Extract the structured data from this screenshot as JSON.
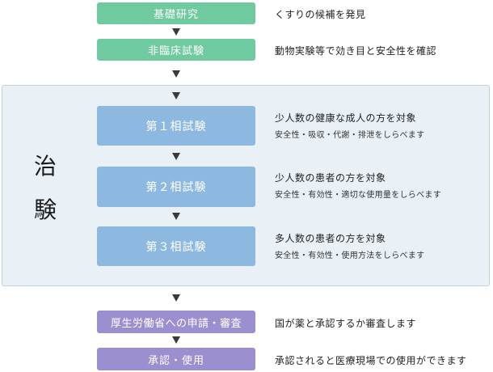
{
  "steps": {
    "basic_research": {
      "label": "基礎研究",
      "desc": "くすりの候補を発見"
    },
    "nonclinical": {
      "label": "非臨床試験",
      "desc": "動物実験等で効き目と安全性を確認"
    },
    "phase1": {
      "label": "第１相試験",
      "desc": "少人数の健康な成人の方を対象",
      "sub": "安全性・吸収・代謝・排泄をしらべます"
    },
    "phase2": {
      "label": "第２相試験",
      "desc": "少人数の患者の方を対象",
      "sub": "安全性・有効性・適切な使用量をしらべます"
    },
    "phase3": {
      "label": "第３相試験",
      "desc": "多人数の患者の方を対象",
      "sub": "安全性・有効性・使用方法をしらべます"
    },
    "application": {
      "label": "厚生労働省への申請・審査",
      "desc": "国が薬と承認するか審査します"
    },
    "approval": {
      "label": "承認・使用",
      "desc": "承認されると医療現場での使用ができます"
    }
  },
  "trial_panel": {
    "char1": "治",
    "char2": "験"
  },
  "colors": {
    "green": "#6fcb9f",
    "blue": "#8db9e0",
    "purple": "#9b8fd0",
    "panel": "#e9f0f6"
  }
}
